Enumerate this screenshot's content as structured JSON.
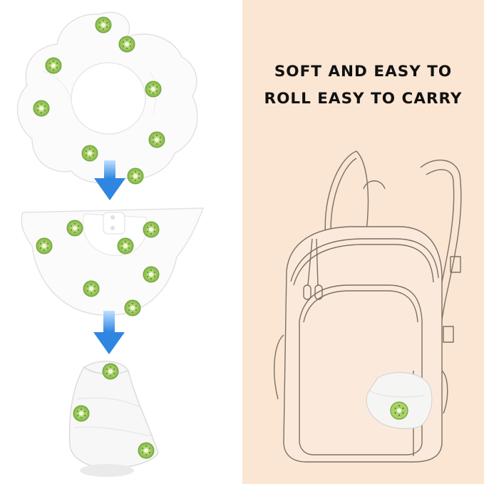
{
  "headline": {
    "line1": "SOFT AND EASY TO",
    "line2": "ROLL EASY TO CARRY"
  },
  "colors": {
    "panel_background": "#fae6d2",
    "arrow_blue": "#3a8ee6",
    "kiwi_green": "#9ccc5a",
    "kiwi_seed": "#3f6b2a",
    "sketch_line": "#7a7066"
  },
  "illustrations": {
    "sequence": [
      "bib-flat",
      "bib-folded",
      "bib-rolled"
    ],
    "arrows": [
      "arrow-down-icon",
      "arrow-down-icon"
    ],
    "scene": "backpack-with-rolled-bib"
  }
}
